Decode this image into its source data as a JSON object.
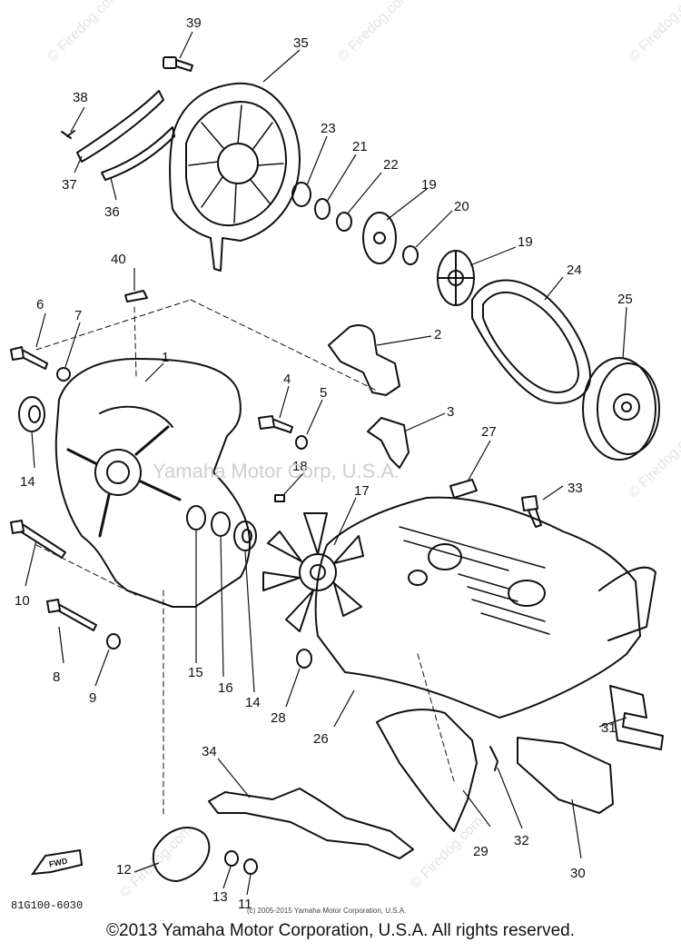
{
  "watermark": {
    "brand": "© Firedog.com",
    "overlay": "Yamaha Motor Corp, U.S.A."
  },
  "diagram_code": "81G100-6030",
  "small_copyright": "(c) 2005-2015 Yamaha Motor Corporation, U.S.A.",
  "copyright": "©2013 Yamaha Motor Corporation, U.S.A. All rights reserved.",
  "fwd_label": "FWD",
  "part_labels": {
    "p1": "1",
    "p2": "2",
    "p3": "3",
    "p4": "4",
    "p5": "5",
    "p6": "6",
    "p7": "7",
    "p8": "8",
    "p9": "9",
    "p10": "10",
    "p11": "11",
    "p12": "12",
    "p13": "13",
    "p14a": "14",
    "p14b": "14",
    "p15": "15",
    "p16": "16",
    "p17": "17",
    "p18": "18",
    "p19a": "19",
    "p19b": "19",
    "p20": "20",
    "p21": "21",
    "p22": "22",
    "p23": "23",
    "p24": "24",
    "p25": "25",
    "p26": "26",
    "p27": "27",
    "p28": "28",
    "p29": "29",
    "p30": "30",
    "p31": "31",
    "p32": "32",
    "p33": "33",
    "p34": "34",
    "p35": "35",
    "p36": "36",
    "p37": "37",
    "p38": "38",
    "p39": "39",
    "p40": "40"
  }
}
